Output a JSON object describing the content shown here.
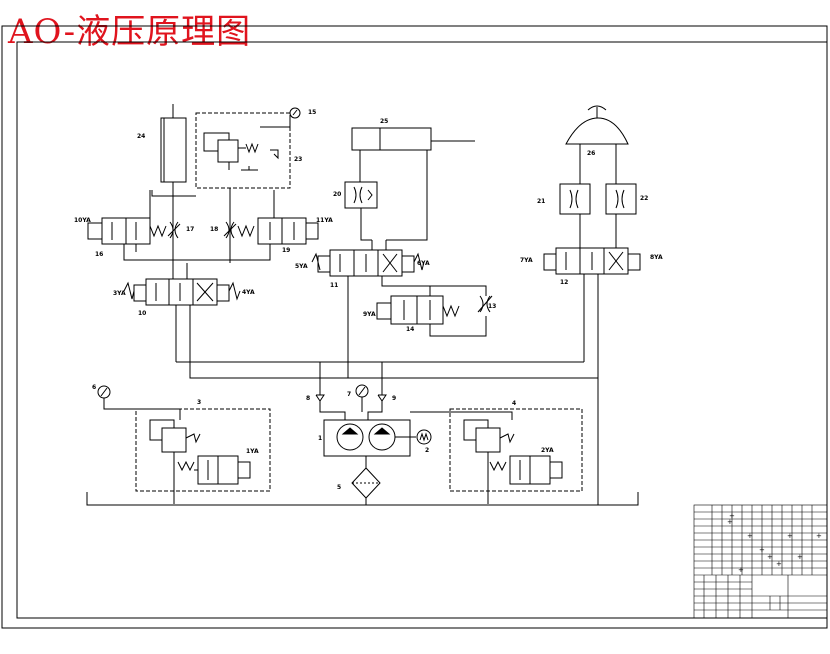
{
  "title": "AO-液压原理图",
  "components": {
    "c1": "1",
    "c2": "2",
    "c3": "3",
    "c4": "4",
    "c5": "5",
    "c6": "6",
    "c7": "7",
    "c8": "8",
    "c9": "9",
    "c10": "10",
    "c11": "11",
    "c12": "12",
    "c13": "13",
    "c14": "14",
    "c15": "15",
    "c16": "16",
    "c17": "17",
    "c18": "18",
    "c19": "19",
    "c20": "20",
    "c21": "21",
    "c22": "22",
    "c23": "23",
    "c24": "24",
    "c25": "25",
    "c26": "26"
  },
  "solenoids": {
    "s1": "1YA",
    "s2": "2YA",
    "s3": "3YA",
    "s4": "4YA",
    "s5": "5YA",
    "s6": "6YA",
    "s7": "7YA",
    "s8": "8YA",
    "s9": "9YA",
    "s10": "10YA",
    "s11": "11YA"
  }
}
